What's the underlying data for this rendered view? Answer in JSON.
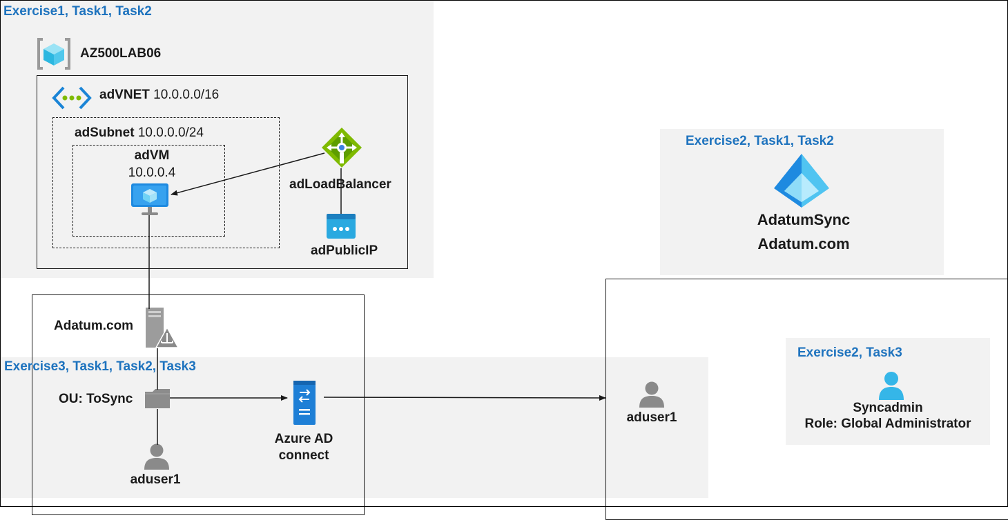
{
  "exercise1": {
    "heading": "Exercise1, Task1, Task2",
    "resource_group": "AZ500LAB06",
    "vnet": {
      "name": "adVNET",
      "cidr": "10.0.0.0/16"
    },
    "subnet": {
      "name": "adSubnet",
      "cidr": "10.0.0.0/24"
    },
    "vm": {
      "name": "adVM",
      "ip": "10.0.0.4"
    },
    "load_balancer": "adLoadBalancer",
    "public_ip": "adPublicIP"
  },
  "exercise2a": {
    "heading": "Exercise2, Task1, Task2",
    "tenant_name": "AdatumSync",
    "tenant_domain": "Adatum.com"
  },
  "exercise2b": {
    "heading": "Exercise2, Task3",
    "user_name": "Syncadmin",
    "user_role": "Role: Global Administrator"
  },
  "exercise3": {
    "heading": "Exercise3, Task1, Task2, Task3",
    "domain": "Adatum.com",
    "ou": "OU: ToSync",
    "local_user": "aduser1",
    "connect_line1": "Azure AD",
    "connect_line2": "connect",
    "cloud_user": "aduser1"
  },
  "colors": {
    "panel_bg": "#f2f2f2",
    "heading_blue": "#1e73be",
    "azure_blue": "#0078d4",
    "lb_green": "#7fba00",
    "gray_icon": "#8a8a8a"
  }
}
